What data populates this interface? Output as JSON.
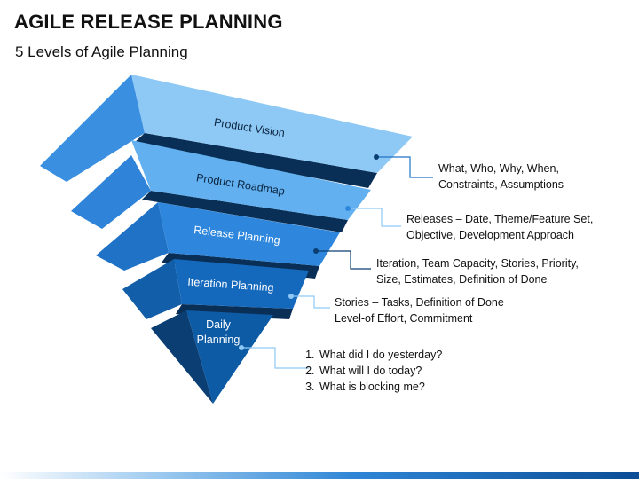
{
  "header": {
    "title": "AGILE RELEASE PLANNING",
    "subtitle": "5 Levels of Agile Planning"
  },
  "levels": [
    {
      "label": "Product Vision",
      "description": [
        "What, Who, Why, When,",
        "Constraints, Assumptions"
      ],
      "color": "#8ec9f5"
    },
    {
      "label": "Product Roadmap",
      "description": [
        "Releases – Date, Theme/Feature Set,",
        "Objective, Development Approach"
      ],
      "color": "#62b0ef"
    },
    {
      "label": "Release Planning",
      "description": [
        "Iteration, Team Capacity, Stories, Priority,",
        "Size, Estimates, Definition of Done"
      ],
      "color": "#2e87dc"
    },
    {
      "label": "Iteration Planning",
      "description": [
        "Stories – Tasks, Definition of Done",
        "Level-of Effort, Commitment"
      ],
      "color": "#1569bd"
    },
    {
      "label_line1": "Daily",
      "label_line2": "Planning",
      "description": [
        "What did I do yesterday?",
        "What will I do today?",
        "What is blocking me?"
      ],
      "color": "#0d5aa5"
    }
  ],
  "colors": {
    "connector_light": "#8ec9f5",
    "connector_dark": "#0b3f73",
    "side_light": "#3a8fe0",
    "side_dark": "#0f4f91",
    "edge_dark": "#0a2f56"
  }
}
